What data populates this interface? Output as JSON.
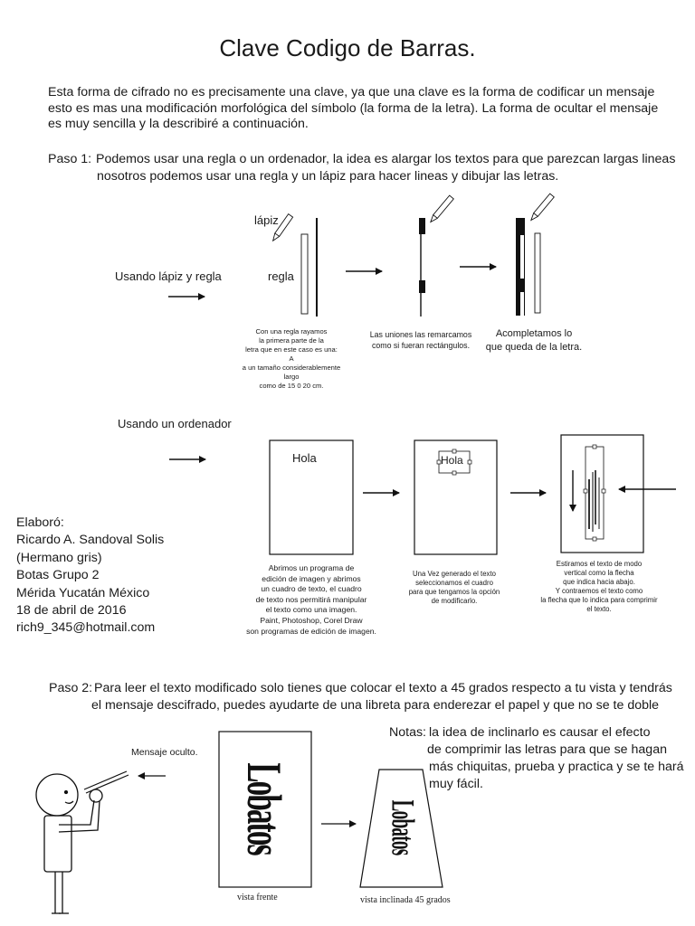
{
  "title": "Clave Codigo de Barras.",
  "intro": [
    "Esta forma de cifrado no es precisamente una clave, ya que una clave es la forma de codificar un mensaje",
    "esto es mas una modificación morfológica del símbolo  (la forma de la letra). La forma de ocultar el mensaje",
    "es muy sencilla y la describiré a continuación."
  ],
  "paso1": {
    "label": "Paso 1:",
    "line1": "Podemos usar una regla o un ordenador,  la idea es alargar los textos para que parezcan largas lineas",
    "line2": "nosotros podemos usar una regla y un lápiz para hacer lineas y dibujar las letras."
  },
  "regla_section": {
    "heading": "Usando lápiz y regla",
    "lapiz": "lápiz",
    "regla": "regla",
    "cap1": [
      "Con una regla rayamos",
      "la primera parte de la",
      "letra que en este caso es una:",
      "A",
      "a un tamaño considerablemente largo",
      "como de 15 0 20 cm."
    ],
    "cap2": [
      "Las uniones las remarcamos",
      "como si fueran rectángulos."
    ],
    "cap3": [
      "Acompletamos lo",
      "que queda de la letra."
    ]
  },
  "ordenador_section": {
    "heading": "Usando un ordenador",
    "hola": "Hola",
    "cap1": [
      "Abrimos un programa de",
      "edición de imagen y abrimos",
      "un cuadro de texto, el cuadro",
      "de texto nos permitirá manipular",
      "el texto como una imagen.",
      "Paint, Photoshop, Corel Draw",
      "son programas de edición de imagen."
    ],
    "cap2": [
      "Una Vez generado el texto",
      "seleccionamos el cuadro",
      "para que tengamos la opción",
      "de modificarlo."
    ],
    "cap3": [
      "Estiramos el texto de modo",
      "vertical como la flecha",
      "que indica hacia abajo.",
      "Y contraemos el texto como",
      "la flecha que lo indica para comprimir",
      "el texto."
    ]
  },
  "credits": [
    "Elaboró:",
    "Ricardo A. Sandoval Solis",
    "(Hermano gris)",
    "Botas Grupo 2",
    "Mérida Yucatán México",
    "18 de abril de 2016",
    "rich9_345@hotmail.com"
  ],
  "paso2": {
    "label": "Paso 2:",
    "line1": "Para leer el texto modificado solo tienes que colocar el texto a 45 grados respecto a tu vista y tendrás",
    "line2": "el mensaje descifrado, puedes ayudarte de una libreta para enderezar el papel  y que no se te doble"
  },
  "mensaje_oculto": "Mensaje oculto.",
  "hidden_word": "Lobatos",
  "vista_frente": "vista frente",
  "vista_inclinada": "vista inclinada 45 grados",
  "notes": {
    "label": "Notas:",
    "lines": [
      "la idea de inclinarlo es causar el efecto",
      "de comprimir las letras para que se hagan",
      "más chiquitas, prueba y practica y se te hará",
      "muy fácil."
    ]
  }
}
